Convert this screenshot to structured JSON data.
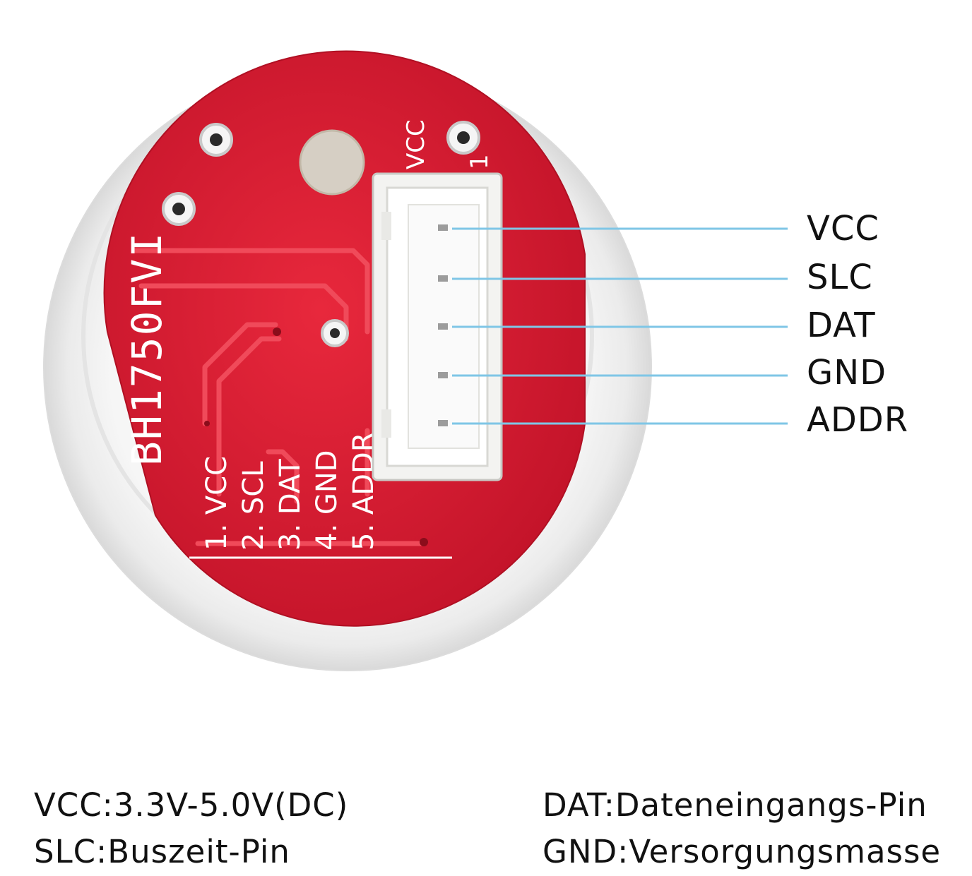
{
  "board": {
    "chip_label": "BH1750FVI",
    "connector_label": "VCC",
    "pin_index_mark": "1",
    "silkscreen_pins": [
      "1. VCC",
      "2. SCL",
      "3. DAT",
      "4. GND",
      "5. ADDR"
    ]
  },
  "callouts": [
    {
      "label": "VCC"
    },
    {
      "label": "SLC"
    },
    {
      "label": "DAT"
    },
    {
      "label": "GND"
    },
    {
      "label": "ADDR"
    }
  ],
  "specs": {
    "vcc": "VCC:3.3V-5.0V(DC)",
    "slc": "SLC:Buszeit-Pin",
    "dat": "DAT:Dateneingangs-Pin",
    "gnd": "GND:Versorgungsmasse"
  },
  "colors": {
    "pcb": "#dc1e33",
    "trace": "#f04a5a",
    "callout_line": "#7fc6e6",
    "housing": "#efefef"
  }
}
